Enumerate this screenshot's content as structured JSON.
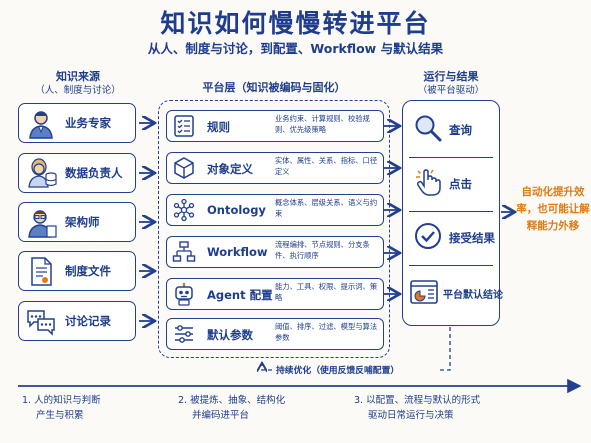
{
  "title": "知识如何慢慢转进平台",
  "subtitle": "从人、制度与讨论，到配置、Workflow 与默认结果",
  "left_column": {
    "heading": "知识来源",
    "sub": "（人、制度与讨论）",
    "items": [
      {
        "label": "业务专家",
        "icon": "expert-icon"
      },
      {
        "label": "数据负责人",
        "icon": "data-owner-icon"
      },
      {
        "label": "架构师",
        "icon": "architect-icon"
      },
      {
        "label": "制度文件",
        "icon": "document-icon"
      },
      {
        "label": "讨论记录",
        "icon": "chat-icon"
      }
    ]
  },
  "middle_column": {
    "heading": "平台层（知识被编码与固化）",
    "items": [
      {
        "name": "规则",
        "desc": "业务约束、计算规则、校验规则、优先级策略",
        "icon": "checklist-icon"
      },
      {
        "name": "对象定义",
        "desc": "实体、属性、关系、指标、口径定义",
        "icon": "cube-icon"
      },
      {
        "name": "Ontology",
        "desc": "概念体系、层级关系、语义与约束",
        "icon": "network-icon"
      },
      {
        "name": "Workflow",
        "desc": "流程编排、节点规则、分支条件、执行顺序",
        "icon": "flowchart-icon"
      },
      {
        "name": "Agent 配置",
        "desc": "能力、工具、权限、提示词、策略",
        "icon": "robot-icon"
      },
      {
        "name": "默认参数",
        "desc": "阈值、排序、过滤、模型与算法参数",
        "icon": "sliders-icon"
      }
    ]
  },
  "right_column": {
    "heading": "运行与结果",
    "sub": "（被平台驱动）",
    "items": [
      {
        "label": "查询",
        "icon": "magnifier-icon"
      },
      {
        "label": "点击",
        "icon": "pointer-hand-icon"
      },
      {
        "label": "接受结果",
        "icon": "check-circle-icon"
      },
      {
        "label": "平台默认结论",
        "icon": "dashboard-icon"
      }
    ]
  },
  "side_note": "自动化提升效率，也可能让解释能力外移",
  "feedback_label": "持续优化（使用反馈反哺配置）",
  "steps": [
    {
      "line1": "1. 人的知识与判断",
      "line2": "产生与积累"
    },
    {
      "line1": "2. 被提炼、抽象、结构化",
      "line2": "并编码进平台"
    },
    {
      "line1": "3. 以配置、流程与默认的形式",
      "line2": "驱动日常运行与决策"
    }
  ],
  "colors": {
    "ink": "#23408e",
    "accent": "#e07b14",
    "skin": "#f4d3a8",
    "background": "#fbfaf6"
  }
}
